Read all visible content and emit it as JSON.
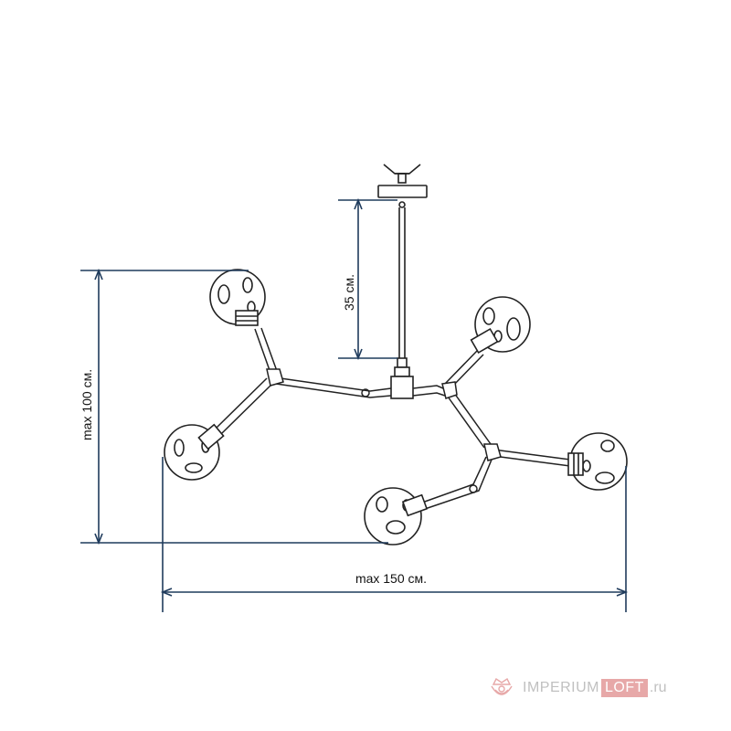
{
  "dimensions": {
    "rod_length": "35 см.",
    "max_height": "max 100 см.",
    "max_width": "max 150 см."
  },
  "watermark": {
    "main": "IMPERIUM",
    "boxed": "LOFT",
    "tld": ".ru",
    "logo_icon": "crown-crest-icon"
  },
  "colors": {
    "dimension_line": "#1f3b5c",
    "drawing_line": "#222222",
    "watermark_accent": "#e7a8a8",
    "watermark_text": "#c0c0c0"
  }
}
